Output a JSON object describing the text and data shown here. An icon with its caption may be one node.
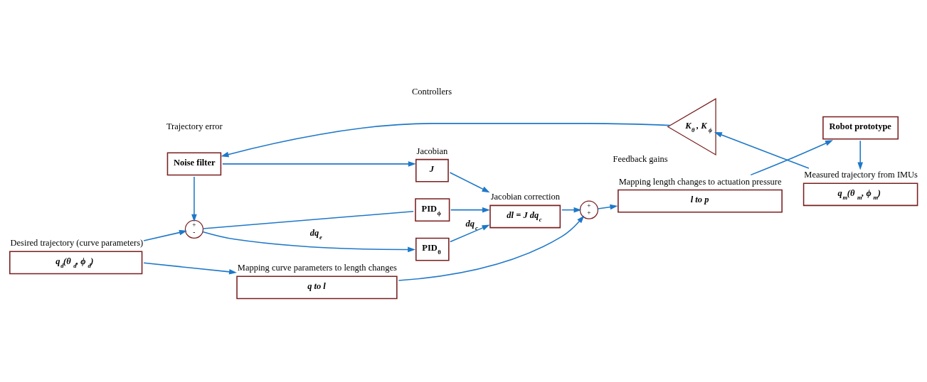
{
  "diagram": {
    "nodes": [
      {
        "text": [
          "Desired trajectory (curve parameters)",
          "q$_{d}$(θ$_{d}$, ϕ$_{d}$)"
        ]
      },
      {
        "text": [
          "+",
          "-"
        ]
      },
      {
        "text": [
          "PID$_{θ}$"
        ]
      },
      {
        "text": [
          "PID$_{ϕ}$"
        ]
      },
      {
        "text": [
          "Mapping curve parameters to length changes",
          "q to l"
        ]
      },
      {
        "text": [
          "Jacobian correction",
          "dl = J dq$_{c}$"
        ]
      },
      {
        "text": [
          "+",
          "+"
        ]
      },
      {
        "text": [
          "Mapping length changes to actuation pressure",
          "l to p"
        ]
      },
      {
        "text": [
          "Robot prototype"
        ]
      },
      {
        "text": [
          "Measured trajectory from IMUs",
          "q$_{m}$(θ$_{m}$, ϕ$_{m}$)"
        ]
      },
      {
        "text": [
          "Feedback gains",
          "K$_{θ}$ , K$_{ϕ}$"
        ]
      },
      {
        "text": [
          "Noise filter"
        ]
      },
      {
        "text": [
          "Jacobian",
          "J"
        ]
      }
    ],
    "edges": [
      {
        "from": 0,
        "to": 1,
        "arrow": "to"
      },
      {
        "from": 0,
        "to": 4,
        "arrow": "to"
      },
      {
        "from": 1,
        "to": 2,
        "arrow": "to",
        "label": "dq$_{e}$"
      },
      {
        "from": 1,
        "to": 3,
        "arrow": "none"
      },
      {
        "from": 2,
        "to": 5,
        "arrow": "to",
        "label": "dq$_{c}$"
      },
      {
        "from": 3,
        "to": 5,
        "arrow": "to"
      },
      {
        "from": 12,
        "to": 5,
        "arrow": "to"
      },
      {
        "from": 4,
        "to": 6,
        "arrow": "to"
      },
      {
        "from": 5,
        "to": 6,
        "arrow": "to"
      },
      {
        "from": 6,
        "to": 7,
        "arrow": "to"
      },
      {
        "from": 7,
        "to": 8,
        "arrow": "to"
      },
      {
        "from": 8,
        "to": 9,
        "arrow": "to"
      },
      {
        "from": 9,
        "to": 10,
        "arrow": "to"
      },
      {
        "from": 10,
        "to": 11,
        "arrow": "to"
      },
      {
        "from": 11,
        "to": 1,
        "arrow": "to"
      },
      {
        "from": 11,
        "to": 12,
        "arrow": "to"
      }
    ],
    "labels": [
      "Controllers",
      "Trajectory error"
    ]
  }
}
